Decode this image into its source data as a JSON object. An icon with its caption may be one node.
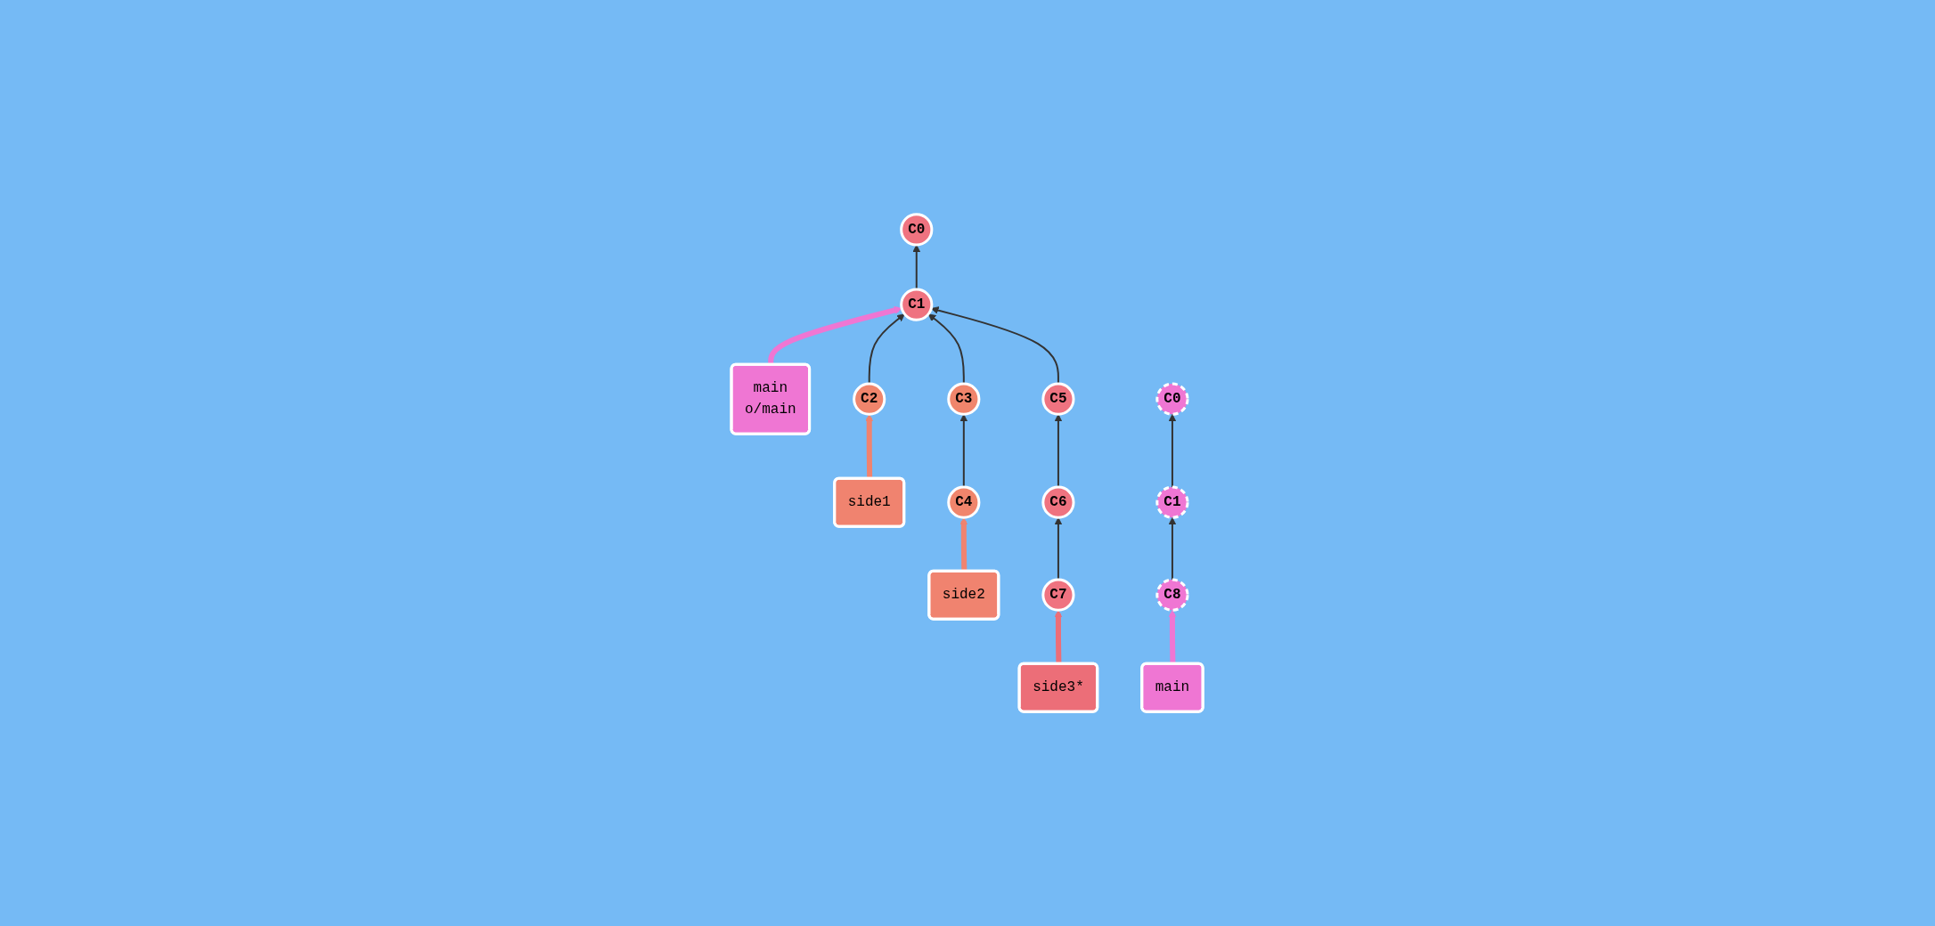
{
  "diagram": {
    "nodes": [
      {
        "text": [
          "C0"
        ]
      },
      {
        "text": [
          "C1"
        ]
      },
      {
        "text": [
          "main",
          "o/main"
        ]
      },
      {
        "text": [
          "C2"
        ]
      },
      {
        "text": [
          "side1"
        ]
      },
      {
        "text": [
          "C3"
        ]
      },
      {
        "text": [
          "C5"
        ]
      },
      {
        "text": [
          "C4"
        ]
      },
      {
        "text": [
          "side2"
        ]
      },
      {
        "text": [
          "C6"
        ]
      },
      {
        "text": [
          "C7"
        ]
      },
      {
        "text": [
          "side3*"
        ]
      },
      {
        "text": [
          "C0"
        ]
      },
      {
        "text": [
          "C1"
        ]
      },
      {
        "text": [
          "main"
        ]
      },
      {
        "text": [
          "C8"
        ]
      }
    ],
    "edges": [
      {
        "from": 1,
        "to": 0,
        "arrow": "to"
      },
      {
        "from": 2,
        "to": 1,
        "arrow": "to",
        "style": "thick",
        "color": "#ef76d3"
      },
      {
        "from": 3,
        "to": 1,
        "arrow": "to"
      },
      {
        "from": 4,
        "to": 3,
        "arrow": "to",
        "style": "thick",
        "color": "#f0836f"
      },
      {
        "from": 5,
        "to": 1,
        "arrow": "to"
      },
      {
        "from": 6,
        "to": 1,
        "arrow": "to"
      },
      {
        "from": 7,
        "to": 5,
        "arrow": "to"
      },
      {
        "from": 8,
        "to": 7,
        "arrow": "to",
        "style": "thick",
        "color": "#f0836f"
      },
      {
        "from": 9,
        "to": 6,
        "arrow": "to"
      },
      {
        "from": 10,
        "to": 9,
        "arrow": "to"
      },
      {
        "from": 11,
        "to": 10,
        "arrow": "to",
        "style": "thick",
        "color": "#ec6e78"
      },
      {
        "from": 13,
        "to": 12,
        "arrow": "to"
      },
      {
        "from": 14,
        "to": 15,
        "arrow": "to",
        "style": "thick",
        "color": "#ef76d3"
      },
      {
        "from": 15,
        "to": 13,
        "arrow": "to"
      }
    ]
  }
}
